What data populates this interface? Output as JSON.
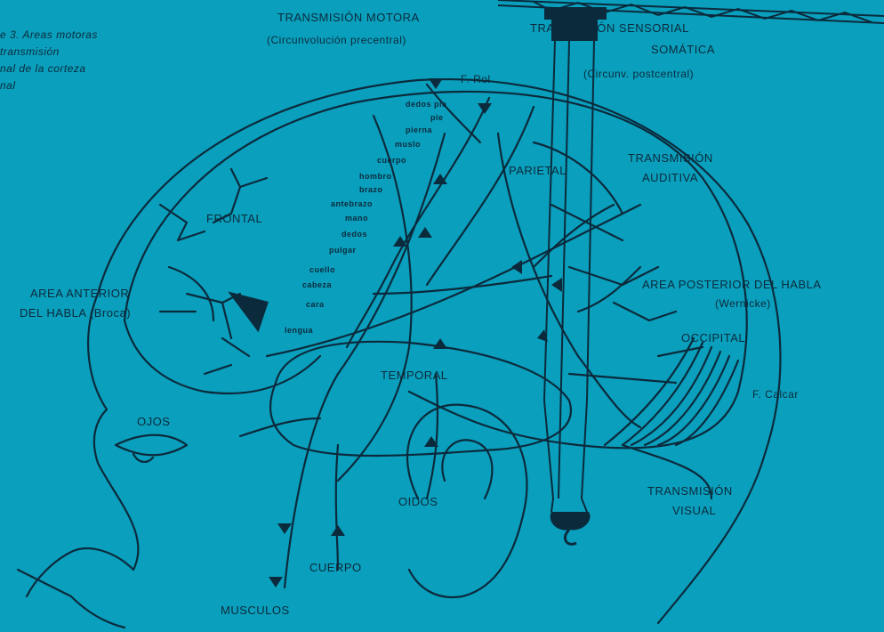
{
  "caption": {
    "line1": "e 3. Areas motoras",
    "line2": "transmisión",
    "line3": "nal de la corteza",
    "line4": "nal"
  },
  "labels": {
    "motor_title": "TRANSMISIÓN MOTORA",
    "motor_sub": "(Circunvolución precentral)",
    "sensory_title": "TRANSMISIÓN SENSORIAL",
    "sensory_title2": "SOMÁTICA",
    "sensory_sub": "(Circunv. postcentral)",
    "f_rol": "F. Rol",
    "parietal": "PARIETAL",
    "frontal": "FRONTAL",
    "auditory_1": "TRANSMISIÓN",
    "auditory_2": "AUDITIVA",
    "posterior_speech": "AREA POSTERIOR DEL HABLA",
    "wernicke": "(Wernicke)",
    "occipital": "OCCIPITAL",
    "calcar": "F. Calcar",
    "anterior_speech_1": "AREA ANTERIOR",
    "anterior_speech_2": "DEL HABLA (Broca)",
    "temporal": "TEMPORAL",
    "eyes": "OJOS",
    "ears": "OIDOS",
    "body": "CUERPO",
    "muscles": "MUSCULOS",
    "visual_1": "TRANSMISIÓN",
    "visual_2": "VISUAL"
  },
  "homunculus": [
    "dedos pie",
    "pie",
    "pierna",
    "muslo",
    "cuerpo",
    "hombro",
    "brazo",
    "antebrazo",
    "mano",
    "dedos",
    "pulgar",
    "cuello",
    "cabeza",
    "cara",
    "lengua"
  ],
  "colors": {
    "background": "#0a9fbc",
    "ink": "#0b2a3c"
  }
}
